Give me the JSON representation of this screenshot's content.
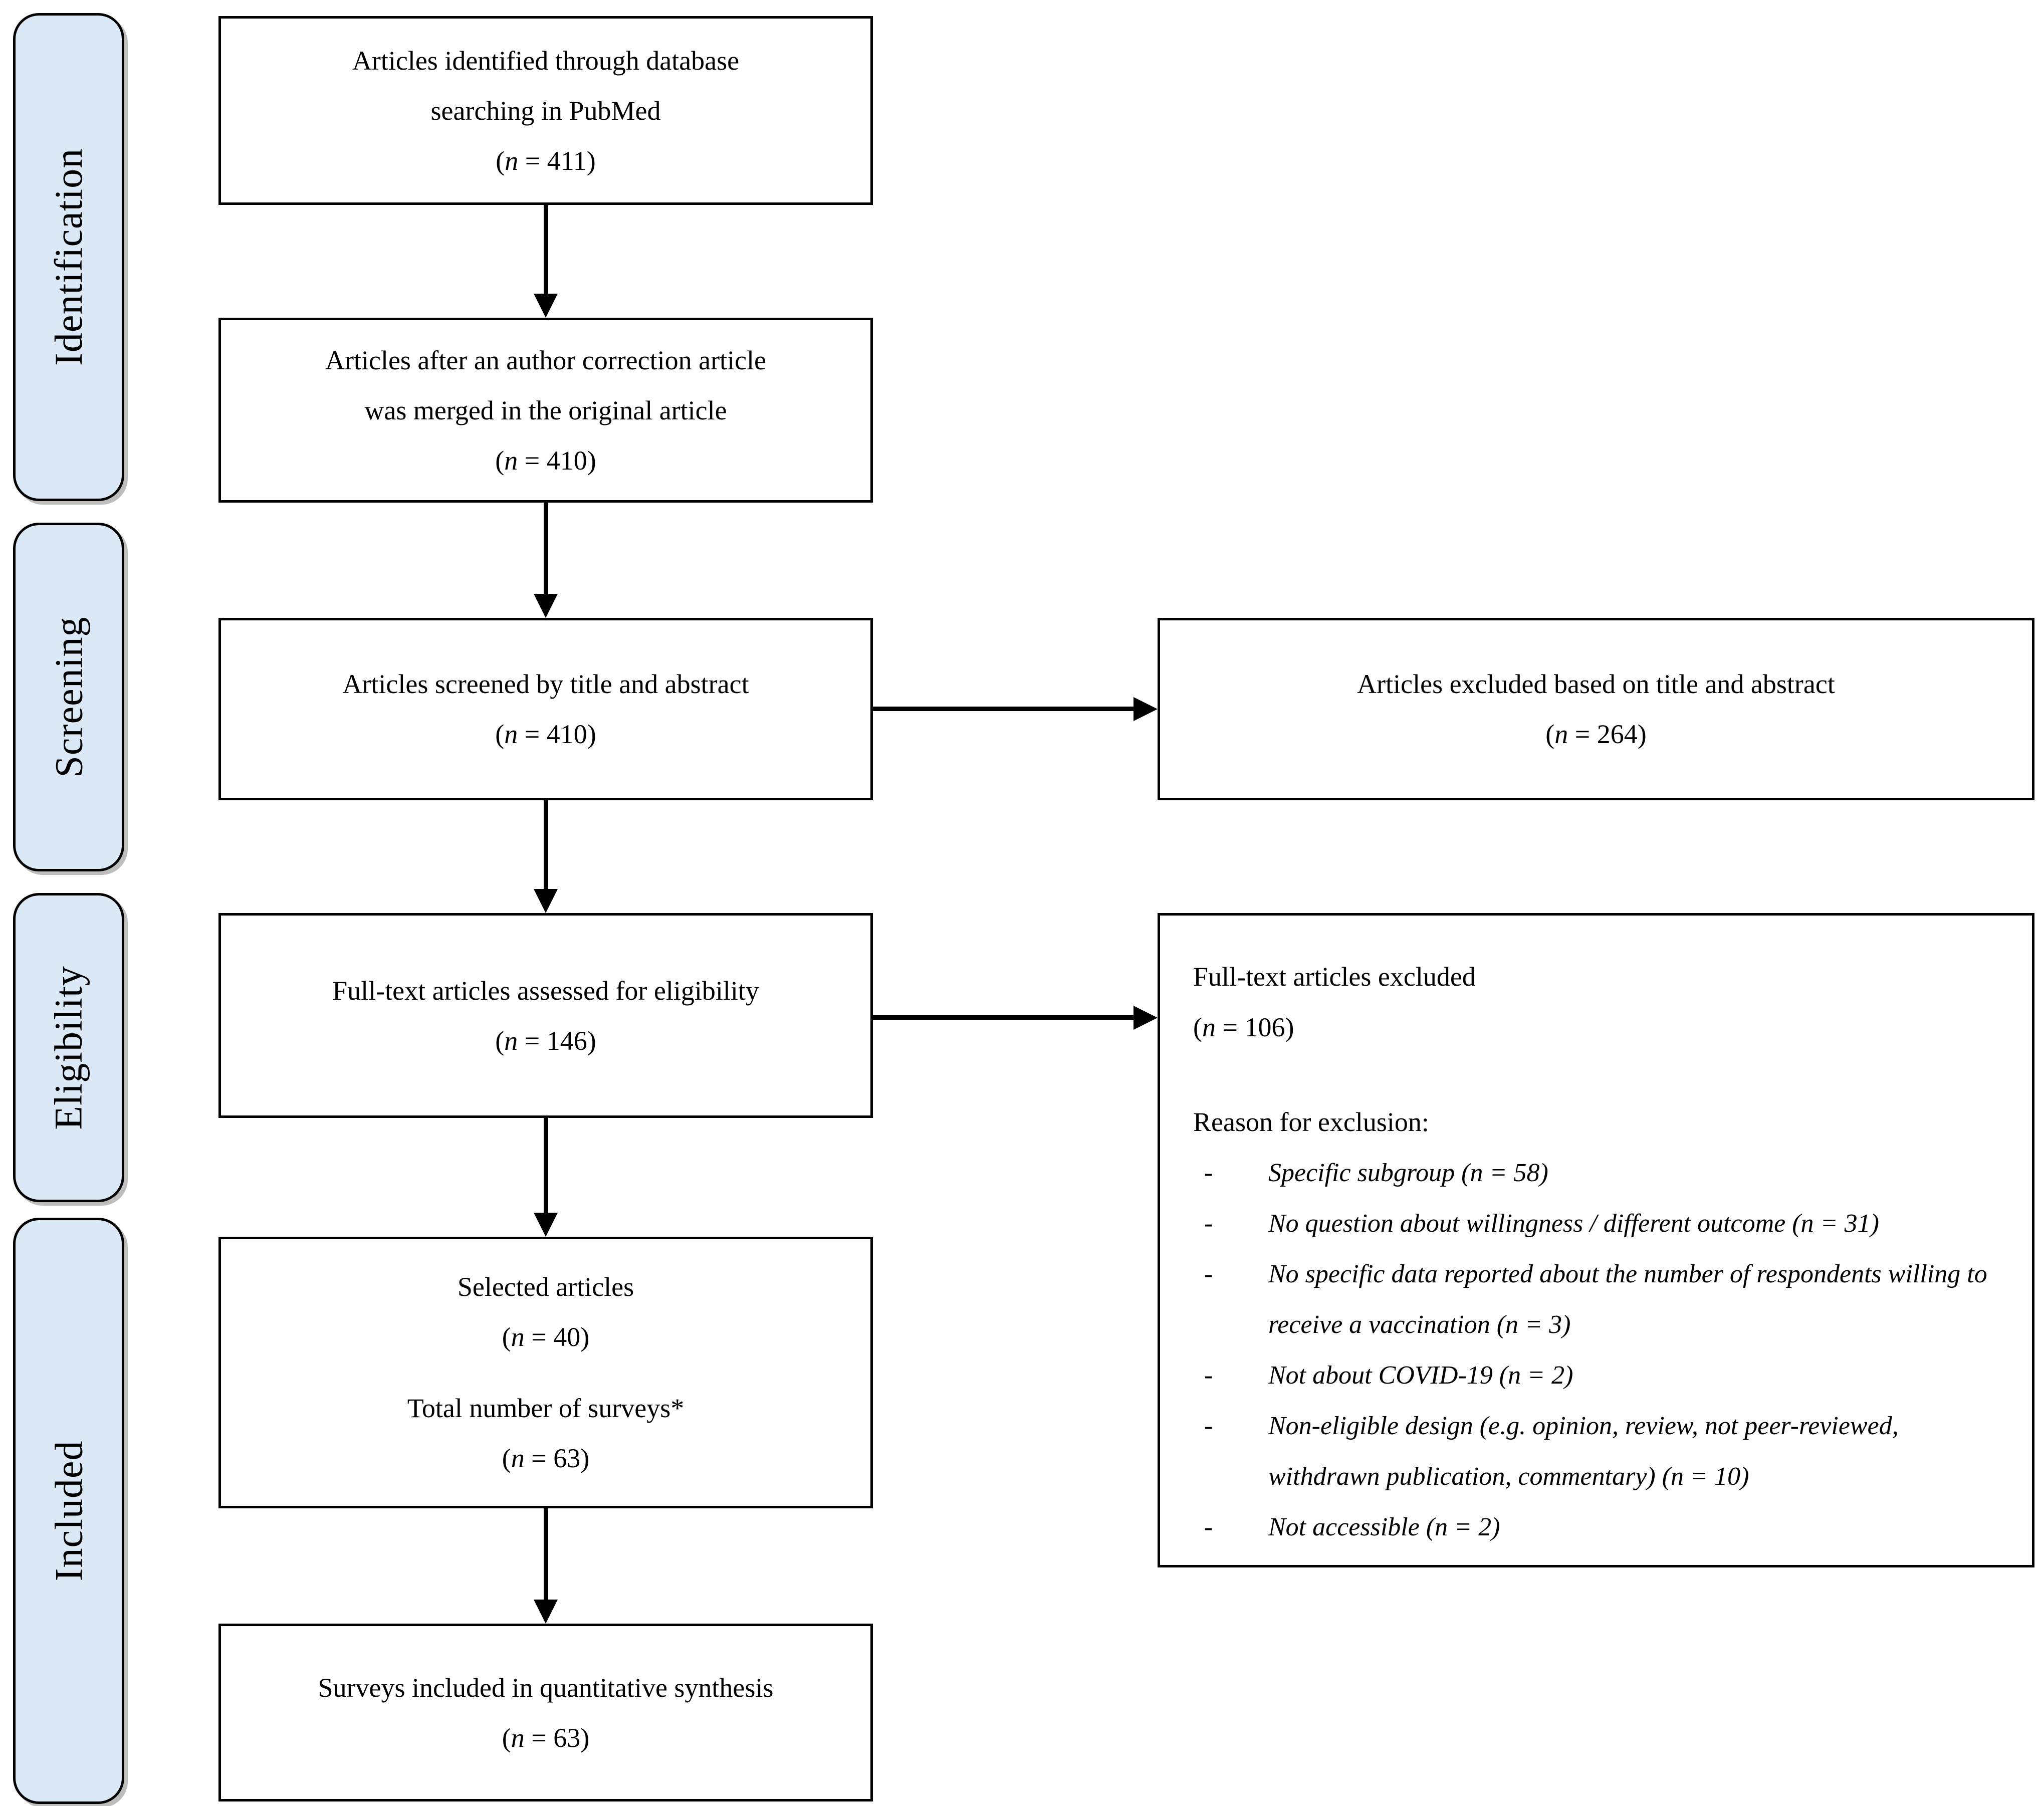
{
  "colors": {
    "stage_fill": "#dbe8f6",
    "line_color": "#000000"
  },
  "stages": [
    {
      "label": "Identification"
    },
    {
      "label": "Screening"
    },
    {
      "label": "Eligibility"
    },
    {
      "label": "Included"
    }
  ],
  "boxes": {
    "identified": {
      "lines": [
        "Articles identified through database",
        "searching in PubMed"
      ],
      "n": "411"
    },
    "merged": {
      "lines": [
        "Articles after an author correction article",
        "was merged in the original article"
      ],
      "n": "410"
    },
    "screened": {
      "lines": [
        "Articles screened by title and abstract"
      ],
      "n": "410"
    },
    "fulltext_assessed": {
      "lines": [
        "Full-text articles assessed for eligibility"
      ],
      "n": "146"
    },
    "selected": {
      "line1": "Selected articles",
      "n1": "40",
      "line2": "Total number of surveys*",
      "n2": "63"
    },
    "synthesis": {
      "lines": [
        "Surveys included in quantitative synthesis"
      ],
      "n": "63"
    },
    "excluded_title_abstract": {
      "lines": [
        "Articles excluded based on title and abstract"
      ],
      "n": "264"
    },
    "excluded_fulltext": {
      "title": "Full-text articles excluded",
      "n": "106",
      "reason_heading": "Reason for exclusion:",
      "bullet": "-",
      "items": [
        "Specific subgroup (n = 58)",
        "No question about willingness / different outcome (n = 31)",
        "No specific data reported about the number of respondents willing to receive a vaccination (n = 3)",
        "Not about COVID-19 (n = 2)",
        "Non-eligible design (e.g. opinion, review, not peer-reviewed, withdrawn publication, commentary) (n = 10)",
        "Not accessible (n = 2)"
      ]
    }
  }
}
